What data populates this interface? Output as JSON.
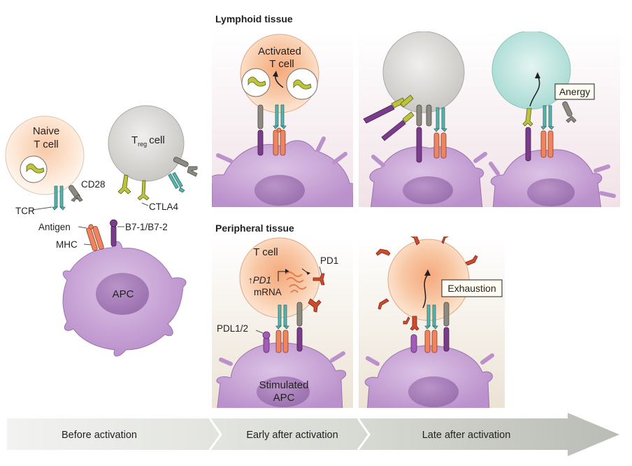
{
  "sections": {
    "lymphoid_title": "Lymphoid tissue",
    "peripheral_title": "Peripheral tissue"
  },
  "before": {
    "naive_line1": "Naive",
    "naive_line2": "T cell",
    "treg_main": "T",
    "treg_sub": "reg",
    "treg_rest": "cell",
    "tcr": "TCR",
    "cd28": "CD28",
    "ctla4": "CTLA4",
    "antigen": "Antigen",
    "mhc": "MHC",
    "b7": "B7-1/B7-2",
    "apc": "APC"
  },
  "lymphoid": {
    "activated_line1": "Activated",
    "activated_line2": "T cell",
    "anergy": "Anergy"
  },
  "peripheral": {
    "tcell": "T cell",
    "pd1_mrna_prefix": "↑",
    "pd1_gene": "PD1",
    "mrna": "mRNA",
    "pd1": "PD1",
    "pdl": "PDL1/2",
    "stimulated_line1": "Stimulated",
    "stimulated_line2": "APC",
    "exhaustion": "Exhaustion"
  },
  "timeline": {
    "before": "Before activation",
    "early": "Early after activation",
    "late": "Late after activation"
  },
  "colors": {
    "apc": "#c9a6d4",
    "apc_dark": "#a67ab8",
    "tcell": "#fde3cf",
    "tcell_core": "#f6b48c",
    "treg": "#d7d6d4",
    "anergic": "#bfe4df",
    "tcr": "#5ab3ad",
    "mhc": "#ee8560",
    "cd28": "#8d8a82",
    "b7": "#7b3d8b",
    "ctla4": "#bcc43c",
    "pd1": "#cf4b2d",
    "arrow": "#c5c8c1"
  }
}
